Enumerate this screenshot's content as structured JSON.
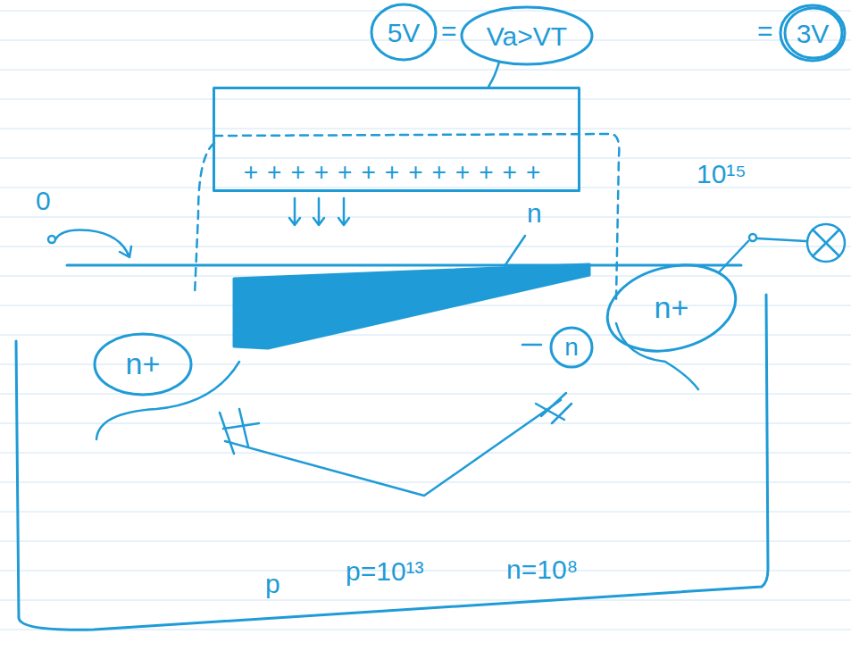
{
  "diagram": {
    "nodes": [
      {
        "text": [
          "p",
          "p=10¹³",
          "n=10⁸"
        ]
      },
      {
        "text": [
          "n+"
        ],
        "in": 0
      },
      {
        "text": [
          "n+"
        ],
        "in": 0
      },
      {
        "text": [
          "n"
        ],
        "in": 0
      },
      {
        "text": [
          "+++++++++++++"
        ]
      },
      {
        "text": [
          "5V"
        ]
      },
      {
        "text": [
          "Va>VT"
        ]
      },
      {
        "text": [
          "3V"
        ]
      }
    ],
    "edges": [
      {
        "from": 6,
        "to": 4,
        "arrow": "none"
      }
    ],
    "labels": [
      "=",
      "=",
      "10¹⁵",
      "n",
      "0"
    ]
  }
}
